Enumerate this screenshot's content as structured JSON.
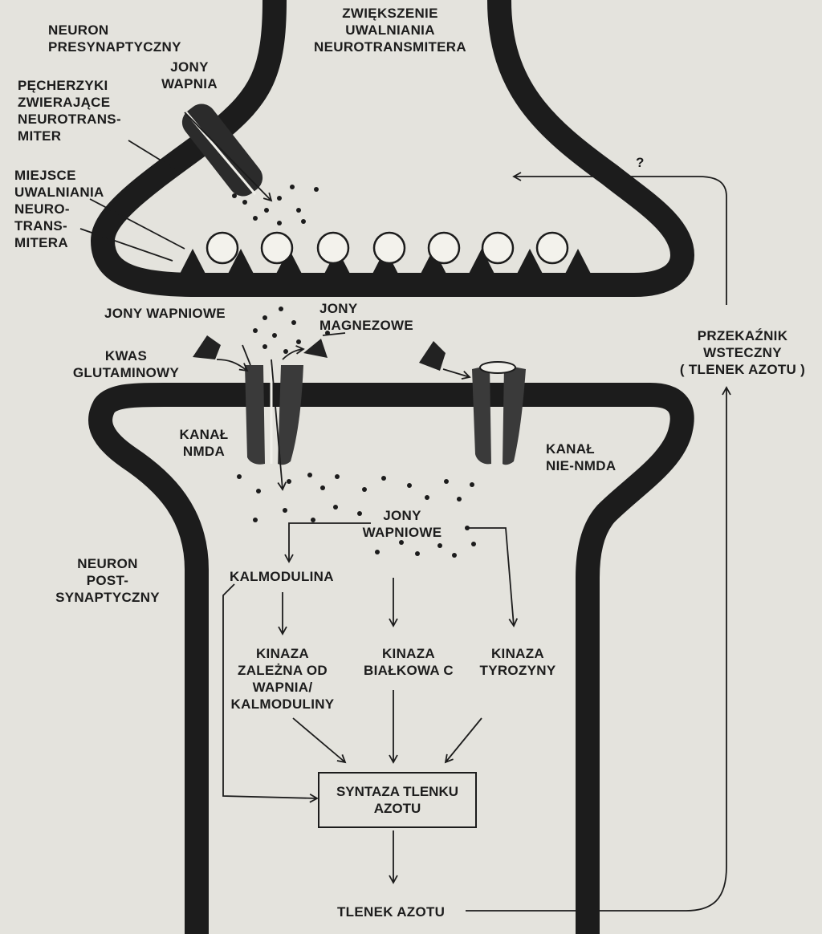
{
  "labels": {
    "presynaptic_neuron": "NEURON\nPRESYNAPTYCZNY",
    "calcium_ions_top": "JONY\nWAPNIA",
    "vesicles": "PĘCHERZYKI\nZWIERAJĄCE\nNEUROTRANS-\nMITER",
    "release_site": "MIEJSCE\nUWALNIANIA\nNEURO-\nTRANS-\nMITERA",
    "increase_release": "ZWIĘKSZENIE\nUWALNIANIA\nNEUROTRANSMITERA",
    "question_mark": "?",
    "calcium_ions_mid": "JONY WAPNIOWE",
    "magnesium_ions": "JONY\nMAGNEZOWE",
    "glutamic_acid": "KWAS\nGLUTAMINOWY",
    "retrograde_messenger": "PRZEKAŹNIK\nWSTECZNY\n( TLENEK AZOTU )",
    "nmda_channel": "KANAŁ\nNMDA",
    "non_nmda_channel": "KANAŁ\nNIE-NMDA",
    "calcium_ions_bottom": "JONY\nWAPNIOWE",
    "postsynaptic_neuron": "NEURON\nPOST-\nSYNAPTYCZNY",
    "calmodulin": "KALMODULINA",
    "cam_kinase": "KINAZA\nZALEŻNA OD\nWAPNIA/\nKALMODULINY",
    "protein_kinase_c": "KINAZA\nBIAŁKOWA C",
    "tyrosine_kinase": "KINAZA\nTYROZYNY",
    "nos": "SYNTAZA TLENKU\nAZOTU",
    "nitric_oxide": "TLENEK AZOTU"
  },
  "colors": {
    "ink": "#1c1c1c",
    "paper": "#e4e3dd",
    "channel": "#3a3a3a"
  }
}
